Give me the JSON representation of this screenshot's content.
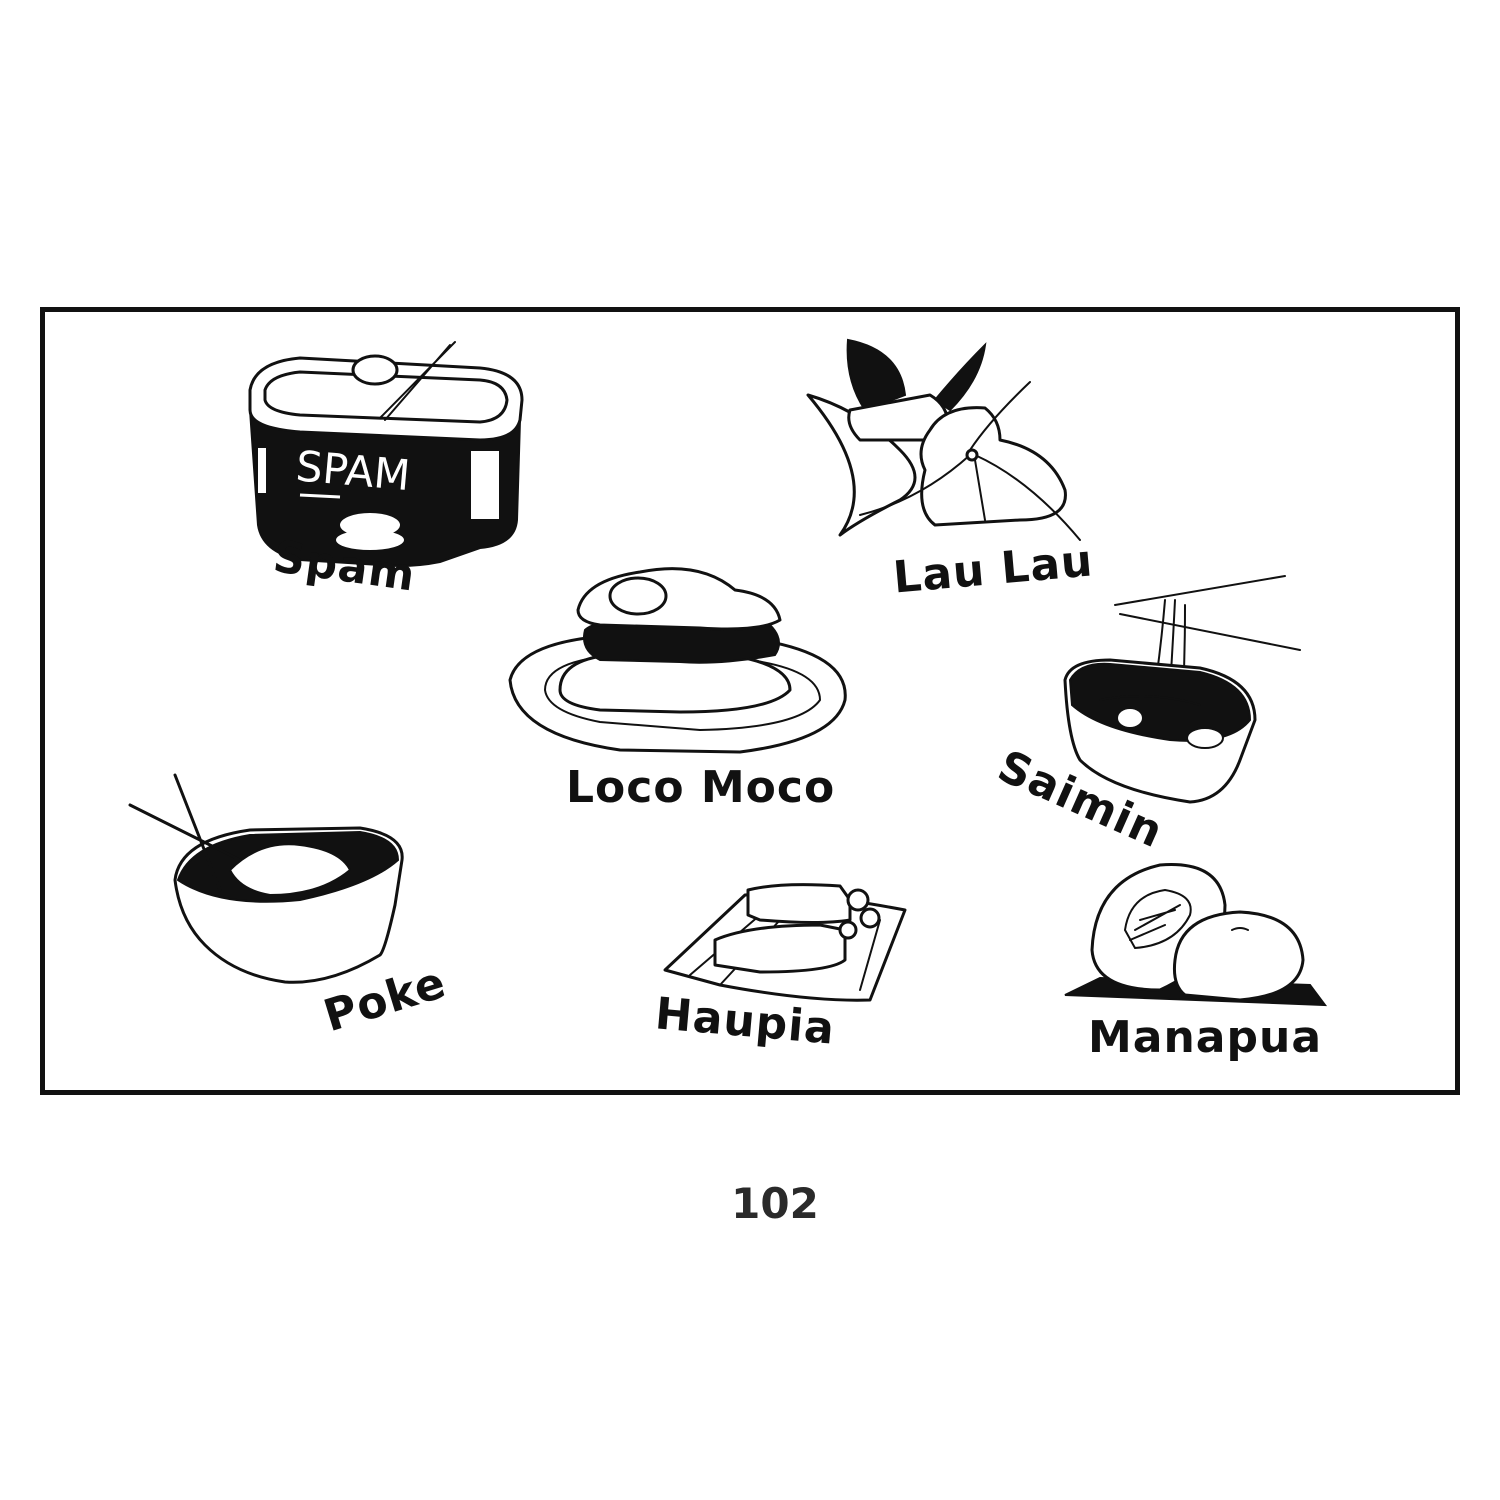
{
  "foods": [
    {
      "id": "spam",
      "label": "Spam",
      "icon": "spam-can-icon"
    },
    {
      "id": "lau-lau",
      "label": "Lau Lau",
      "icon": "lau-lau-icon"
    },
    {
      "id": "loco-moco",
      "label": "Loco Moco",
      "icon": "loco-moco-icon"
    },
    {
      "id": "saimin",
      "label": "Saimin",
      "icon": "saimin-bowl-icon"
    },
    {
      "id": "poke",
      "label": "Poke",
      "icon": "poke-bowl-icon"
    },
    {
      "id": "haupia",
      "label": "Haupia",
      "icon": "haupia-icon"
    },
    {
      "id": "manapua",
      "label": "Manapua",
      "icon": "manapua-bun-icon"
    }
  ],
  "can_label": "SPAM",
  "page_number": "102",
  "colors": {
    "ink": "#111111",
    "paper": "#ffffff"
  }
}
